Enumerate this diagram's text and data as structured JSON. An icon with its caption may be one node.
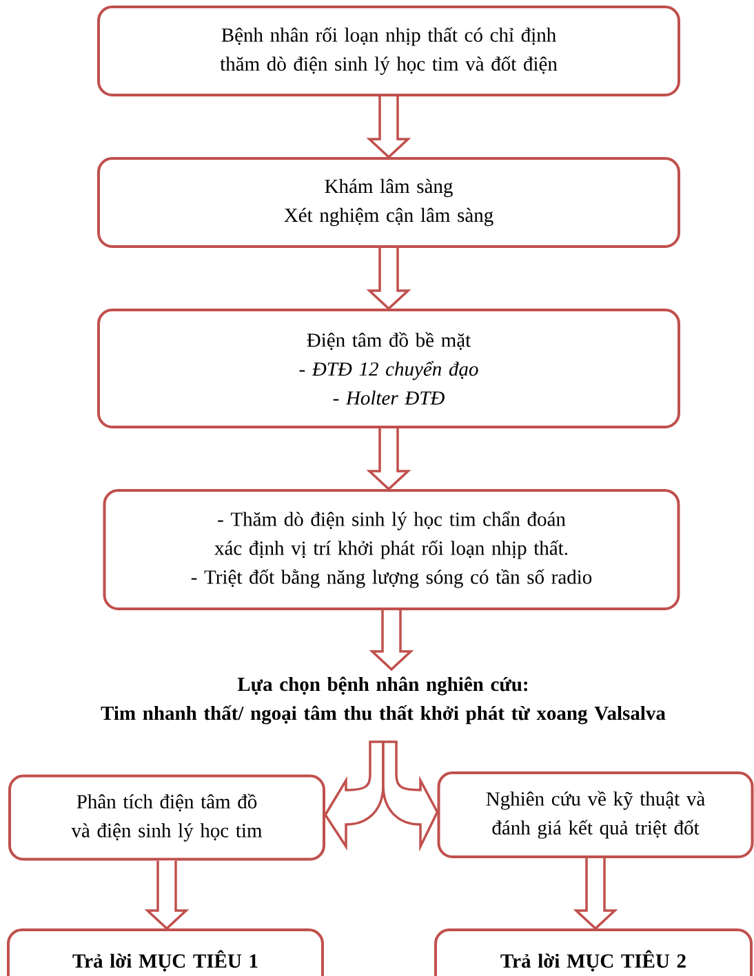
{
  "diagram": {
    "nodes": [
      {
        "text": [
          "Bệnh nhân rối loạn nhịp thất có chỉ định thăm dò điện sinh lý học tim và đốt điện"
        ]
      },
      {
        "text": [
          "Khám lâm sàng",
          "Xét nghiệm cận lâm sàng"
        ]
      },
      {
        "text": [
          "Điện tâm đồ bề mặt",
          "- ĐTĐ 12 chuyển đạo",
          "- Holter ĐTĐ"
        ]
      },
      {
        "text": [
          "- Thăm dò điện sinh lý học tim chẩn đoán xác định vị trí khởi phát rối loạn nhịp thất.",
          "- Triệt đốt bằng năng lượng sóng có tần số radio"
        ]
      },
      {
        "text": [
          "Lựa chọn bệnh nhân nghiên cứu:",
          "Tim nhanh thất/ ngoại tâm thu thất khởi phát từ xoang Valsalva"
        ]
      },
      {
        "text": [
          "Phân tích điện tâm đồ và điện sinh lý học tim"
        ]
      },
      {
        "text": [
          "Nghiên cứu về kỹ thuật và đánh giá kết quả triệt đốt"
        ]
      },
      {
        "text": [
          "Trả lời MỤC TIÊU 1"
        ]
      },
      {
        "text": [
          "Trả lời MỤC TIÊU 2"
        ]
      }
    ],
    "edges": [
      {
        "from": 0,
        "to": 1,
        "arrow": "to"
      },
      {
        "from": 1,
        "to": 2,
        "arrow": "to"
      },
      {
        "from": 2,
        "to": 3,
        "arrow": "to"
      },
      {
        "from": 3,
        "to": 4,
        "arrow": "to"
      },
      {
        "from": 4,
        "to": 5,
        "arrow": "to"
      },
      {
        "from": 4,
        "to": 6,
        "arrow": "to"
      },
      {
        "from": 5,
        "to": 7,
        "arrow": "to"
      },
      {
        "from": 6,
        "to": 8,
        "arrow": "to"
      }
    ]
  }
}
